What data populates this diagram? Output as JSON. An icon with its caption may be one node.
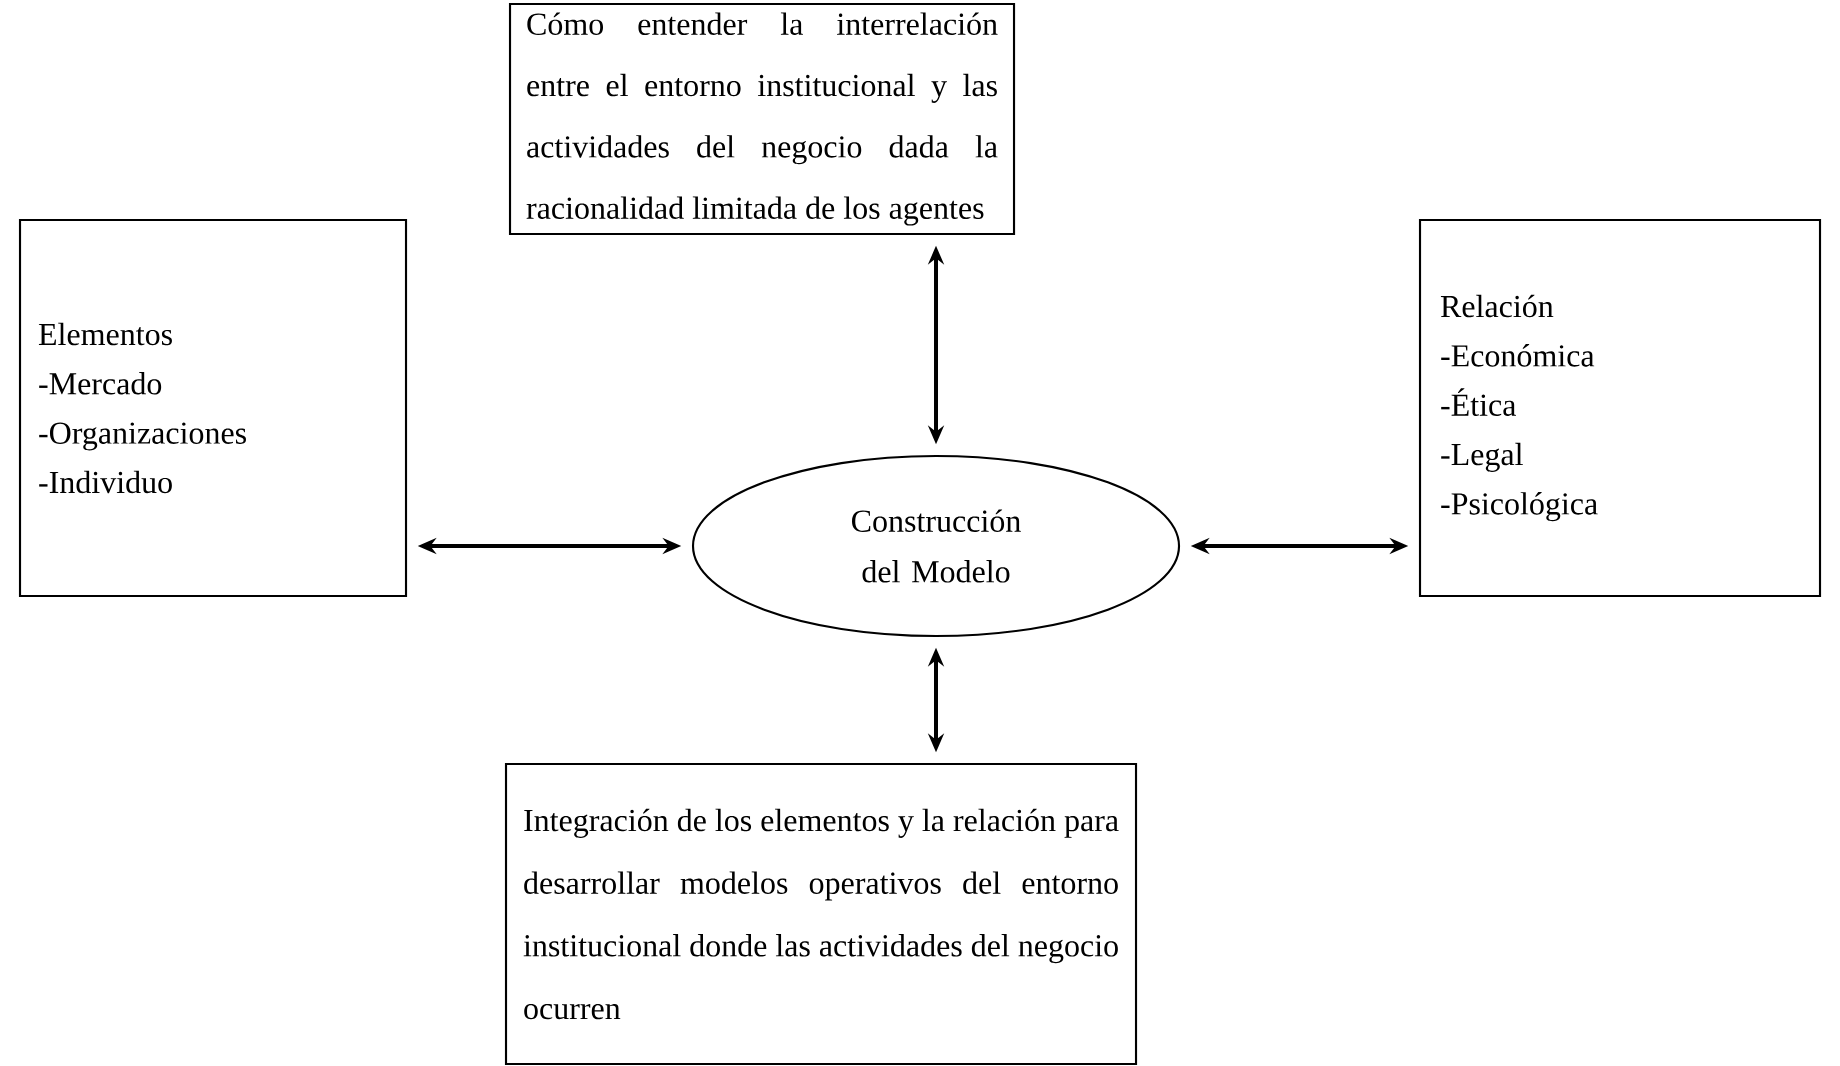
{
  "diagram": {
    "nodes": [
      {
        "text": [
          "Cómo entender la interrelación entre el entorno institucional y las actividades del negocio dada la racionalidad limitada de los agentes"
        ]
      },
      {
        "text": [
          "Elementos",
          "-Mercado",
          "-Organizaciones",
          "-Individuo"
        ]
      },
      {
        "text": [
          "Construcción del Modelo"
        ]
      },
      {
        "text": [
          "Relación",
          "-Económica",
          "-Ética",
          "-Legal",
          "-Psicológica"
        ]
      },
      {
        "text": [
          "Integración de los elementos y la relación para desarrollar modelos operativos del entorno institucional donde las actividades del negocio ocurren"
        ]
      }
    ],
    "edges": [
      {
        "from": 2,
        "to": 0,
        "arrow": "both"
      },
      {
        "from": 2,
        "to": 1,
        "arrow": "both"
      },
      {
        "from": 2,
        "to": 3,
        "arrow": "both"
      },
      {
        "from": 2,
        "to": 4,
        "arrow": "both"
      }
    ]
  }
}
